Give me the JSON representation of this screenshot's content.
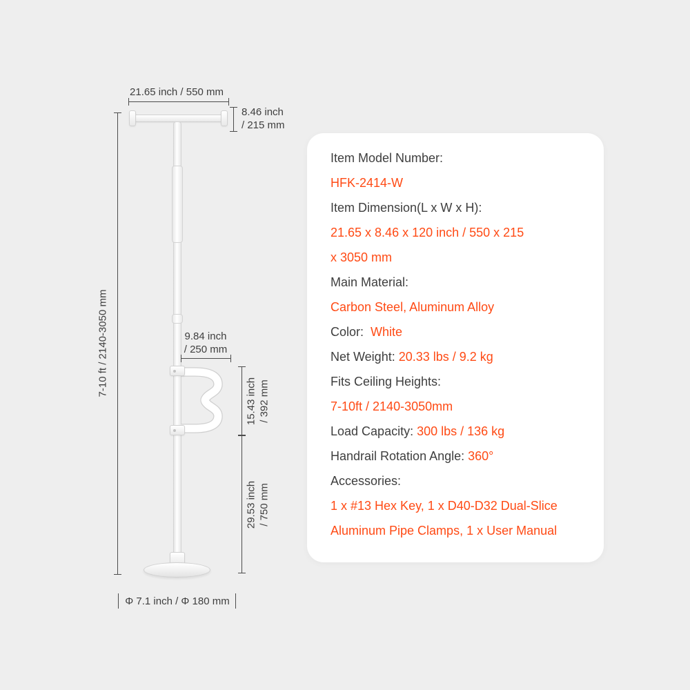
{
  "colors": {
    "background": "#eeeeee",
    "card": "#ffffff",
    "accent": "#ff4a14",
    "text": "#3e3e3e",
    "line": "#4b4b4b"
  },
  "diagram": {
    "top_width_label": "21.65 inch / 550 mm",
    "top_depth": {
      "line1": "8.46 inch",
      "line2": "/ 215 mm"
    },
    "pole_height_label": "7-10 ft / 2140-3050 mm",
    "handrail_offset": {
      "line1": "9.84 inch",
      "line2": "/ 250 mm"
    },
    "handrail_span": {
      "line1": "15.43 inch",
      "line2": "/ 392 mm"
    },
    "lower_span": {
      "line1": "29.53 inch",
      "line2": "/ 750 mm"
    },
    "base_diameter_label": "Φ 7.1 inch / Φ 180 mm"
  },
  "spec_card": {
    "lines": [
      {
        "label": "Item Model Number:",
        "value": ""
      },
      {
        "label": "",
        "value": "HFK-2414-W"
      },
      {
        "label": "Item Dimension(L x W x H):",
        "value": ""
      },
      {
        "label": "",
        "value": "21.65 x 8.46 x 120 inch / 550 x 215"
      },
      {
        "label": "",
        "value": "x 3050 mm"
      },
      {
        "label": "Main Material:",
        "value": ""
      },
      {
        "label": "",
        "value": "Carbon Steel, Aluminum Alloy"
      },
      {
        "label": "Color:  ",
        "value": "White"
      },
      {
        "label": "Net Weight: ",
        "value": "20.33 lbs / 9.2 kg"
      },
      {
        "label": "Fits Ceiling Heights:",
        "value": ""
      },
      {
        "label": "",
        "value": "7-10ft / 2140-3050mm"
      },
      {
        "label": "Load Capacity: ",
        "value": "300 lbs / 136 kg"
      },
      {
        "label": "Handrail Rotation Angle: ",
        "value": "360°"
      },
      {
        "label": "Accessories:",
        "value": ""
      },
      {
        "label": "",
        "value": "1 x #13 Hex Key, 1 x D40-D32 Dual-Slice"
      },
      {
        "label": "",
        "value": "Aluminum Pipe Clamps, 1 x User Manual"
      }
    ]
  }
}
